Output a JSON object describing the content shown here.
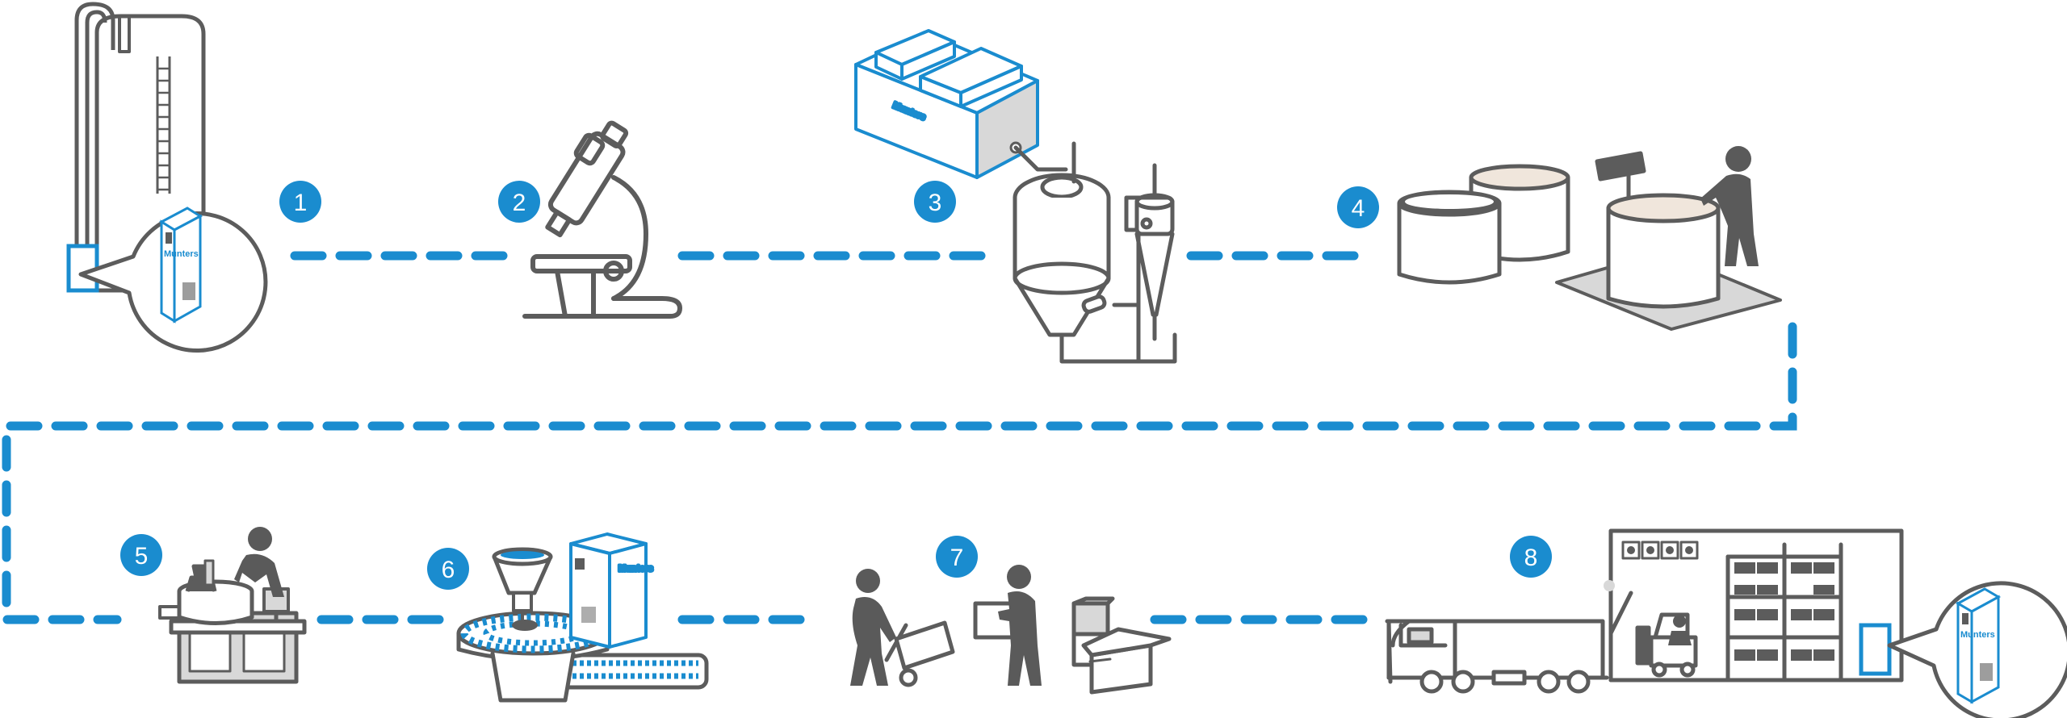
{
  "colors": {
    "accent": "#1a8ccf",
    "outline": "#5c5c5c",
    "figure": "#5a5a5a",
    "panel_fill": "#d8d8d8",
    "liquid_fill": "#f0e6dc"
  },
  "process": {
    "steps": [
      {
        "number": "1",
        "icon": "silo-with-dehumidifier-icon"
      },
      {
        "number": "2",
        "icon": "microscope-icon"
      },
      {
        "number": "3",
        "icon": "dehumidifier-and-spray-dryer-icon"
      },
      {
        "number": "4",
        "icon": "mixing-tanks-with-worker-icon"
      },
      {
        "number": "5",
        "icon": "granulation-worker-icon"
      },
      {
        "number": "6",
        "icon": "tablet-press-icon"
      },
      {
        "number": "7",
        "icon": "packaging-workers-icon"
      },
      {
        "number": "8",
        "icon": "truck-and-warehouse-icon"
      }
    ],
    "brand": "Munters"
  }
}
